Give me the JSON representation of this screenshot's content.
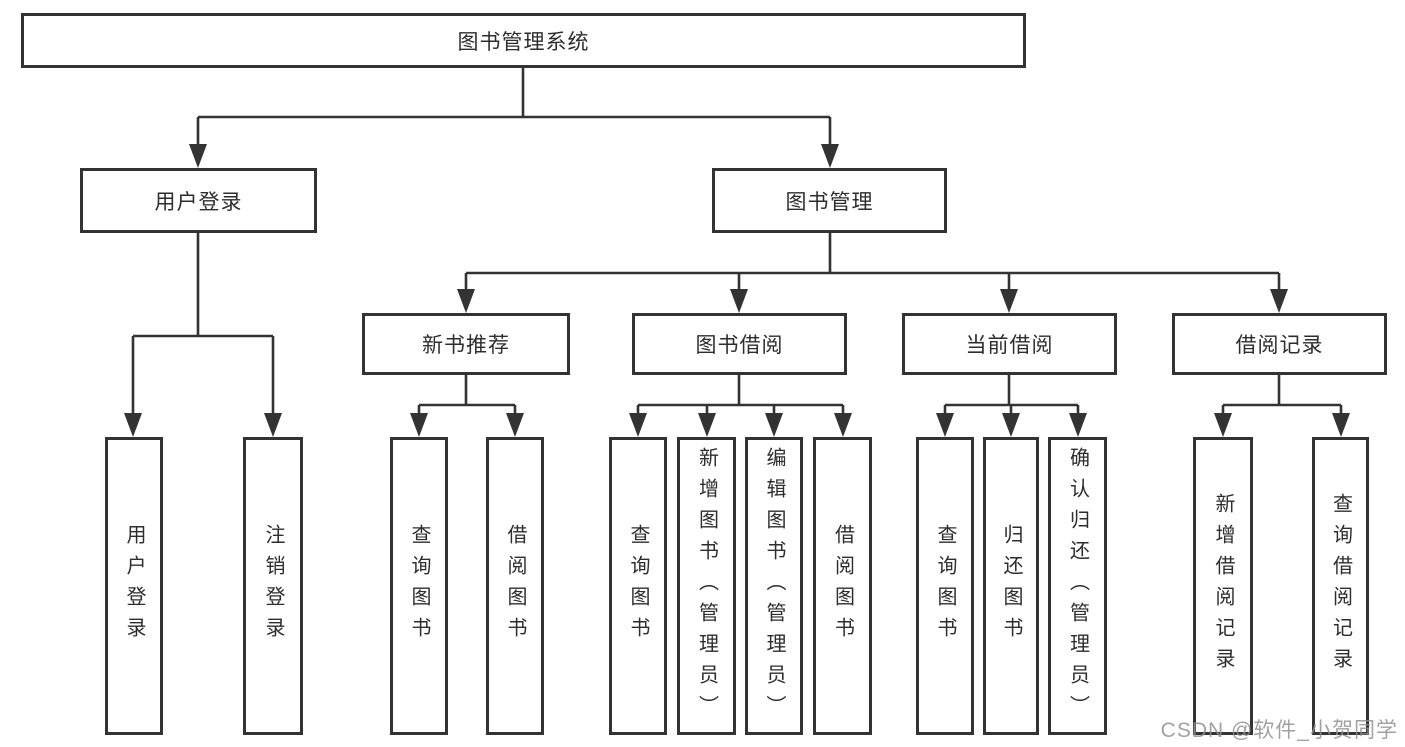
{
  "diagram": {
    "root": {
      "label": "图书管理系统"
    },
    "branches": [
      {
        "label": "用户登录",
        "children": [
          {
            "label": "用户登录"
          },
          {
            "label": "注销登录"
          }
        ]
      },
      {
        "label": "图书管理",
        "children": [
          {
            "label": "新书推荐",
            "children": [
              {
                "label": "查询图书"
              },
              {
                "label": "借阅图书"
              }
            ]
          },
          {
            "label": "图书借阅",
            "children": [
              {
                "label": "查询图书"
              },
              {
                "label": "新增图书（管理员）"
              },
              {
                "label": "编辑图书（管理员）"
              },
              {
                "label": "借阅图书"
              }
            ]
          },
          {
            "label": "当前借阅",
            "children": [
              {
                "label": "查询图书"
              },
              {
                "label": "归还图书"
              },
              {
                "label": "确认归还（管理员）"
              }
            ]
          },
          {
            "label": "借阅记录",
            "children": [
              {
                "label": "新增借阅记录"
              },
              {
                "label": "查询借阅记录"
              }
            ]
          }
        ]
      }
    ],
    "watermark": "CSDN @软件_小贺同学"
  },
  "colors": {
    "line": "#333333",
    "text": "#2d2d2d",
    "box_background": "#ffffff",
    "watermark": "#919191",
    "background": "#ffffff"
  }
}
